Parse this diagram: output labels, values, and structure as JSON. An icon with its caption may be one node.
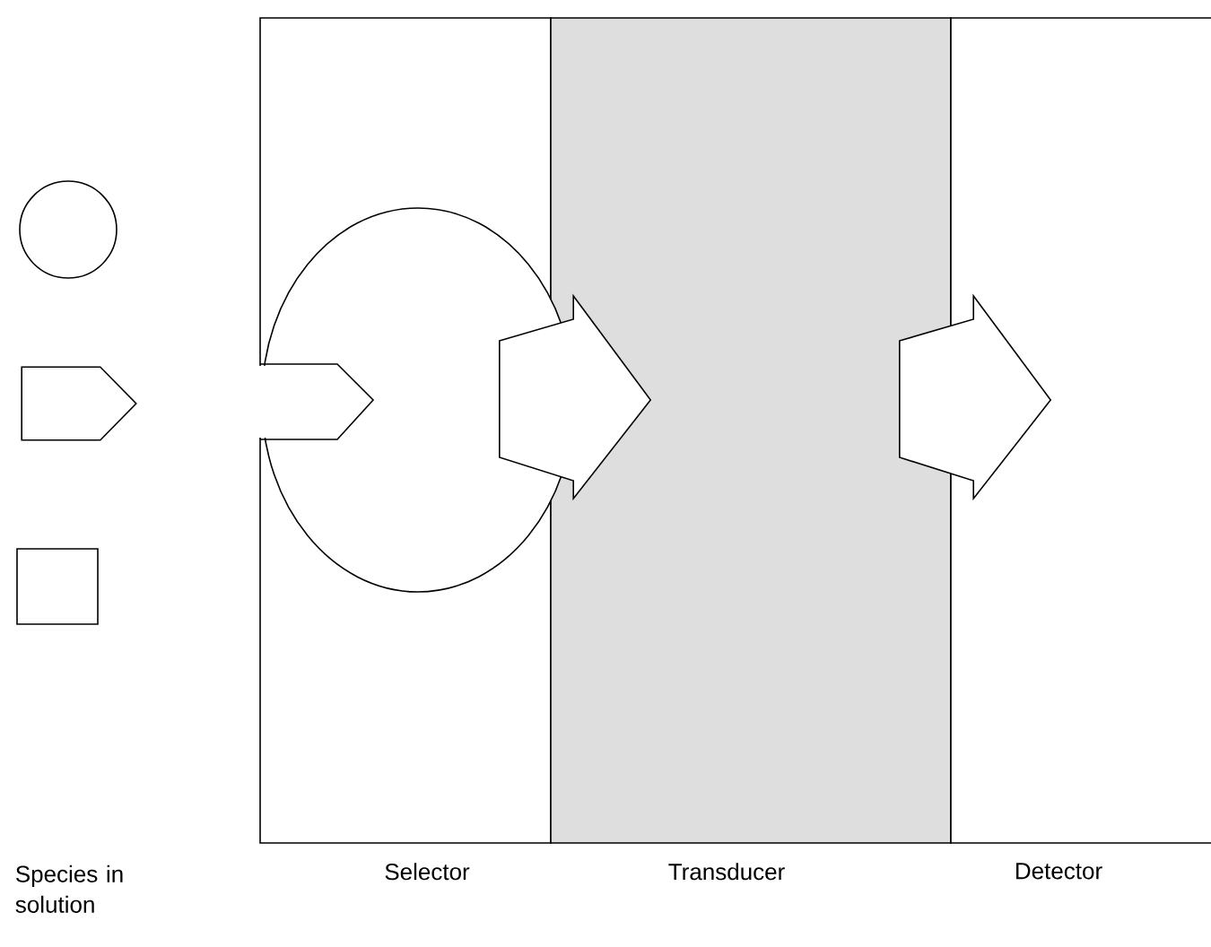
{
  "diagram": {
    "nodes": [
      {
        "text": [
          "Selector"
        ]
      },
      {
        "text": [
          "Transducer"
        ]
      },
      {
        "text": [
          "Detector"
        ]
      },
      {
        "text": [],
        "shape": "circle"
      },
      {
        "text": [],
        "shape": "pentagon"
      },
      {
        "text": [],
        "shape": "box"
      }
    ],
    "edges": [
      {
        "from": 0,
        "to": 1,
        "arrow": "to"
      },
      {
        "from": 1,
        "to": 2,
        "arrow": "to"
      }
    ],
    "labels": [
      "Species in solution"
    ]
  }
}
